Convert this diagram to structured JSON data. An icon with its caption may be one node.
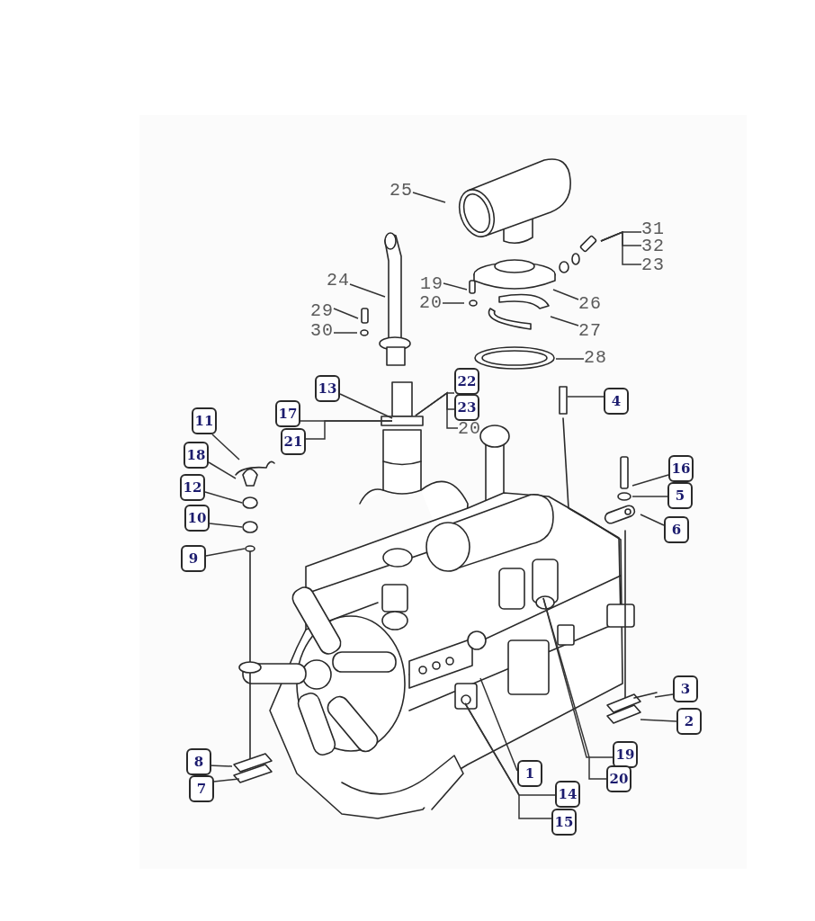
{
  "diagram": {
    "nodes": [
      {
        "text": [
          "25"
        ]
      },
      {
        "text": [
          "31"
        ]
      },
      {
        "text": [
          "32"
        ]
      },
      {
        "text": [
          "23"
        ]
      },
      {
        "text": [
          "24"
        ]
      },
      {
        "text": [
          "19"
        ]
      },
      {
        "text": [
          "26"
        ]
      },
      {
        "text": [
          "20"
        ]
      },
      {
        "text": [
          "29"
        ]
      },
      {
        "text": [
          "27"
        ]
      },
      {
        "text": [
          "30"
        ]
      },
      {
        "text": [
          "28"
        ]
      },
      {
        "text": [
          "13"
        ]
      },
      {
        "text": [
          "22"
        ]
      },
      {
        "text": [
          "4"
        ]
      },
      {
        "text": [
          "17"
        ]
      },
      {
        "text": [
          "23"
        ]
      },
      {
        "text": [
          "20"
        ]
      },
      {
        "text": [
          "21"
        ]
      },
      {
        "text": [
          "11"
        ]
      },
      {
        "text": [
          "18"
        ]
      },
      {
        "text": [
          "16"
        ]
      },
      {
        "text": [
          "12"
        ]
      },
      {
        "text": [
          "5"
        ]
      },
      {
        "text": [
          "10"
        ]
      },
      {
        "text": [
          "6"
        ]
      },
      {
        "text": [
          "9"
        ]
      },
      {
        "text": [
          "3"
        ]
      },
      {
        "text": [
          "2"
        ]
      },
      {
        "text": [
          "19"
        ]
      },
      {
        "text": [
          "8"
        ]
      },
      {
        "text": [
          "1"
        ]
      },
      {
        "text": [
          "20"
        ]
      },
      {
        "text": [
          "7"
        ]
      },
      {
        "text": [
          "14"
        ]
      },
      {
        "text": [
          "15"
        ]
      }
    ],
    "edges": [
      {
        "from": 0,
        "to": null,
        "arrow": "none"
      },
      {
        "from": 1,
        "to": null,
        "arrow": "none"
      },
      {
        "from": 2,
        "to": null,
        "arrow": "none"
      },
      {
        "from": 3,
        "to": null,
        "arrow": "none"
      },
      {
        "from": 4,
        "to": null,
        "arrow": "none"
      },
      {
        "from": 5,
        "to": null,
        "arrow": "none"
      },
      {
        "from": 6,
        "to": null,
        "arrow": "none"
      },
      {
        "from": 7,
        "to": null,
        "arrow": "none"
      },
      {
        "from": 8,
        "to": null,
        "arrow": "none"
      },
      {
        "from": 9,
        "to": null,
        "arrow": "none"
      },
      {
        "from": 10,
        "to": null,
        "arrow": "none"
      },
      {
        "from": 11,
        "to": null,
        "arrow": "none"
      },
      {
        "from": 12,
        "to": null,
        "arrow": "none"
      },
      {
        "from": 13,
        "to": null,
        "arrow": "none"
      },
      {
        "from": 14,
        "to": null,
        "arrow": "none"
      },
      {
        "from": 15,
        "to": null,
        "arrow": "none"
      },
      {
        "from": 16,
        "to": null,
        "arrow": "none"
      },
      {
        "from": 17,
        "to": null,
        "arrow": "none"
      },
      {
        "from": 18,
        "to": null,
        "arrow": "none"
      },
      {
        "from": 19,
        "to": null,
        "arrow": "none"
      },
      {
        "from": 20,
        "to": null,
        "arrow": "none"
      },
      {
        "from": 21,
        "to": null,
        "arrow": "none"
      },
      {
        "from": 22,
        "to": null,
        "arrow": "none"
      },
      {
        "from": 23,
        "to": null,
        "arrow": "none"
      },
      {
        "from": 24,
        "to": null,
        "arrow": "none"
      },
      {
        "from": 25,
        "to": null,
        "arrow": "none"
      },
      {
        "from": 26,
        "to": null,
        "arrow": "none"
      },
      {
        "from": 27,
        "to": null,
        "arrow": "none"
      },
      {
        "from": 28,
        "to": null,
        "arrow": "none"
      },
      {
        "from": 29,
        "to": null,
        "arrow": "none"
      },
      {
        "from": 30,
        "to": null,
        "arrow": "none"
      },
      {
        "from": 31,
        "to": null,
        "arrow": "none"
      },
      {
        "from": 32,
        "to": null,
        "arrow": "none"
      },
      {
        "from": 33,
        "to": null,
        "arrow": "none"
      },
      {
        "from": 34,
        "to": null,
        "arrow": "none"
      },
      {
        "from": 35,
        "to": null,
        "arrow": "none"
      }
    ]
  }
}
